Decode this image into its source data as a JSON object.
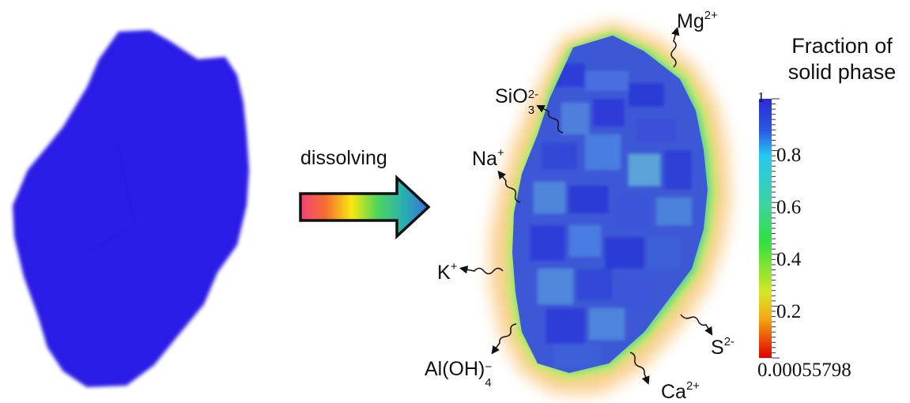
{
  "arrow": {
    "label": "dissolving"
  },
  "ions": {
    "mg": {
      "base": "Mg",
      "sup": "2+"
    },
    "sio3": {
      "base": "SiO",
      "sub": "3",
      "sup": "2-"
    },
    "na": {
      "base": "Na",
      "sup": "+"
    },
    "k": {
      "base": "K",
      "sup": "+"
    },
    "al": {
      "base": "Al(OH)",
      "sub": "4",
      "sup": "−"
    },
    "s": {
      "base": "S",
      "sup": "2-"
    },
    "ca": {
      "base": "Ca",
      "sup": "2+"
    }
  },
  "colorbar": {
    "title_line1": "Fraction of",
    "title_line2": "solid phase",
    "ticks": [
      "1",
      "0.8",
      "0.6",
      "0.4",
      "0.2",
      "0.00055798"
    ],
    "max": 1,
    "min": 0.00055798
  },
  "colors": {
    "initial_particle": "#2a1ee6",
    "colorbar_top": "#2b2bd9",
    "colorbar_bottom": "#e00000"
  }
}
